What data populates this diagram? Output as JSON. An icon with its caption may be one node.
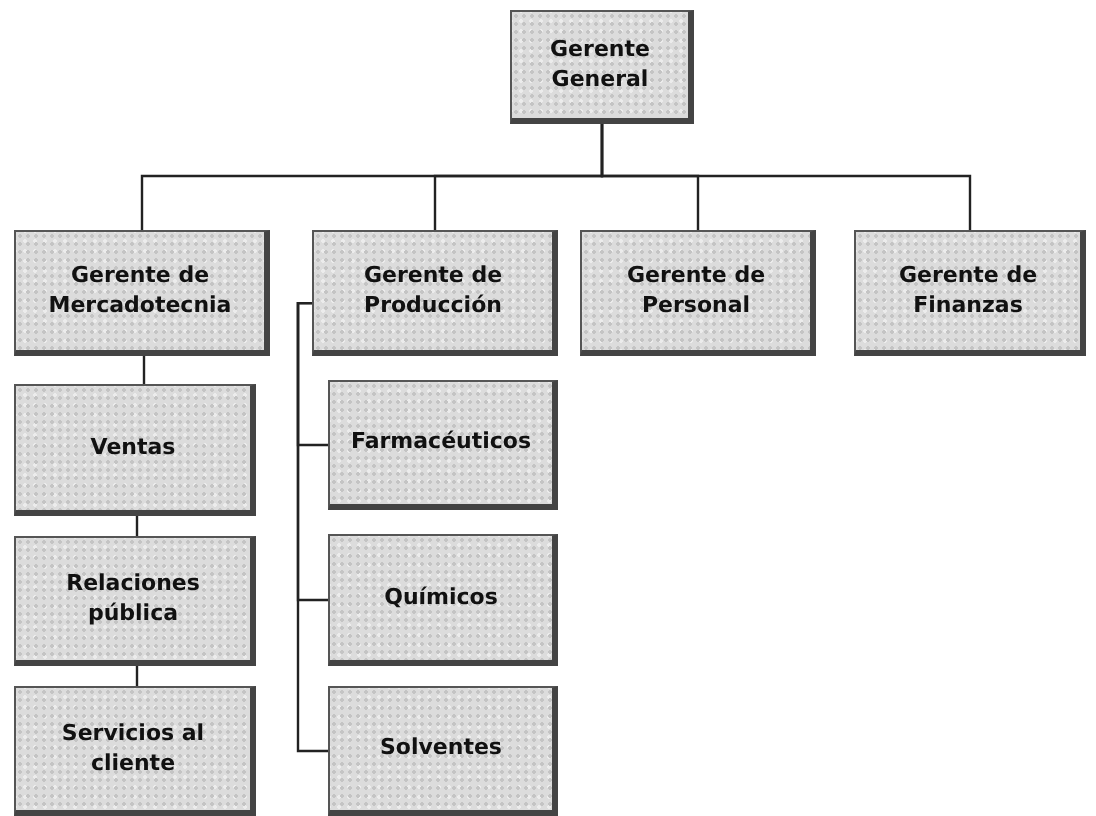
{
  "diagram": {
    "nodes": [
      {
        "text": [
          "Gerente General"
        ]
      },
      {
        "text": [
          "Gerente de Mercadotecnia"
        ]
      },
      {
        "text": [
          "Gerente de Producción"
        ]
      },
      {
        "text": [
          "Gerente de Personal"
        ]
      },
      {
        "text": [
          "Gerente de Finanzas"
        ]
      },
      {
        "text": [
          "Ventas"
        ]
      },
      {
        "text": [
          "Relaciones pública"
        ]
      },
      {
        "text": [
          "Servicios al cliente"
        ]
      },
      {
        "text": [
          "Farmacéuticos"
        ]
      },
      {
        "text": [
          "Químicos"
        ]
      },
      {
        "text": [
          "Solventes"
        ]
      }
    ],
    "edges": [
      {
        "from": 0,
        "to": 1,
        "arrow": "none"
      },
      {
        "from": 0,
        "to": 2,
        "arrow": "none"
      },
      {
        "from": 0,
        "to": 3,
        "arrow": "none"
      },
      {
        "from": 0,
        "to": 4,
        "arrow": "none"
      },
      {
        "from": 1,
        "to": 5,
        "arrow": "none"
      },
      {
        "from": 5,
        "to": 6,
        "arrow": "none"
      },
      {
        "from": 6,
        "to": 7,
        "arrow": "none"
      },
      {
        "from": 2,
        "to": 8,
        "arrow": "none"
      },
      {
        "from": 2,
        "to": 9,
        "arrow": "none"
      },
      {
        "from": 2,
        "to": 10,
        "arrow": "none"
      }
    ]
  }
}
